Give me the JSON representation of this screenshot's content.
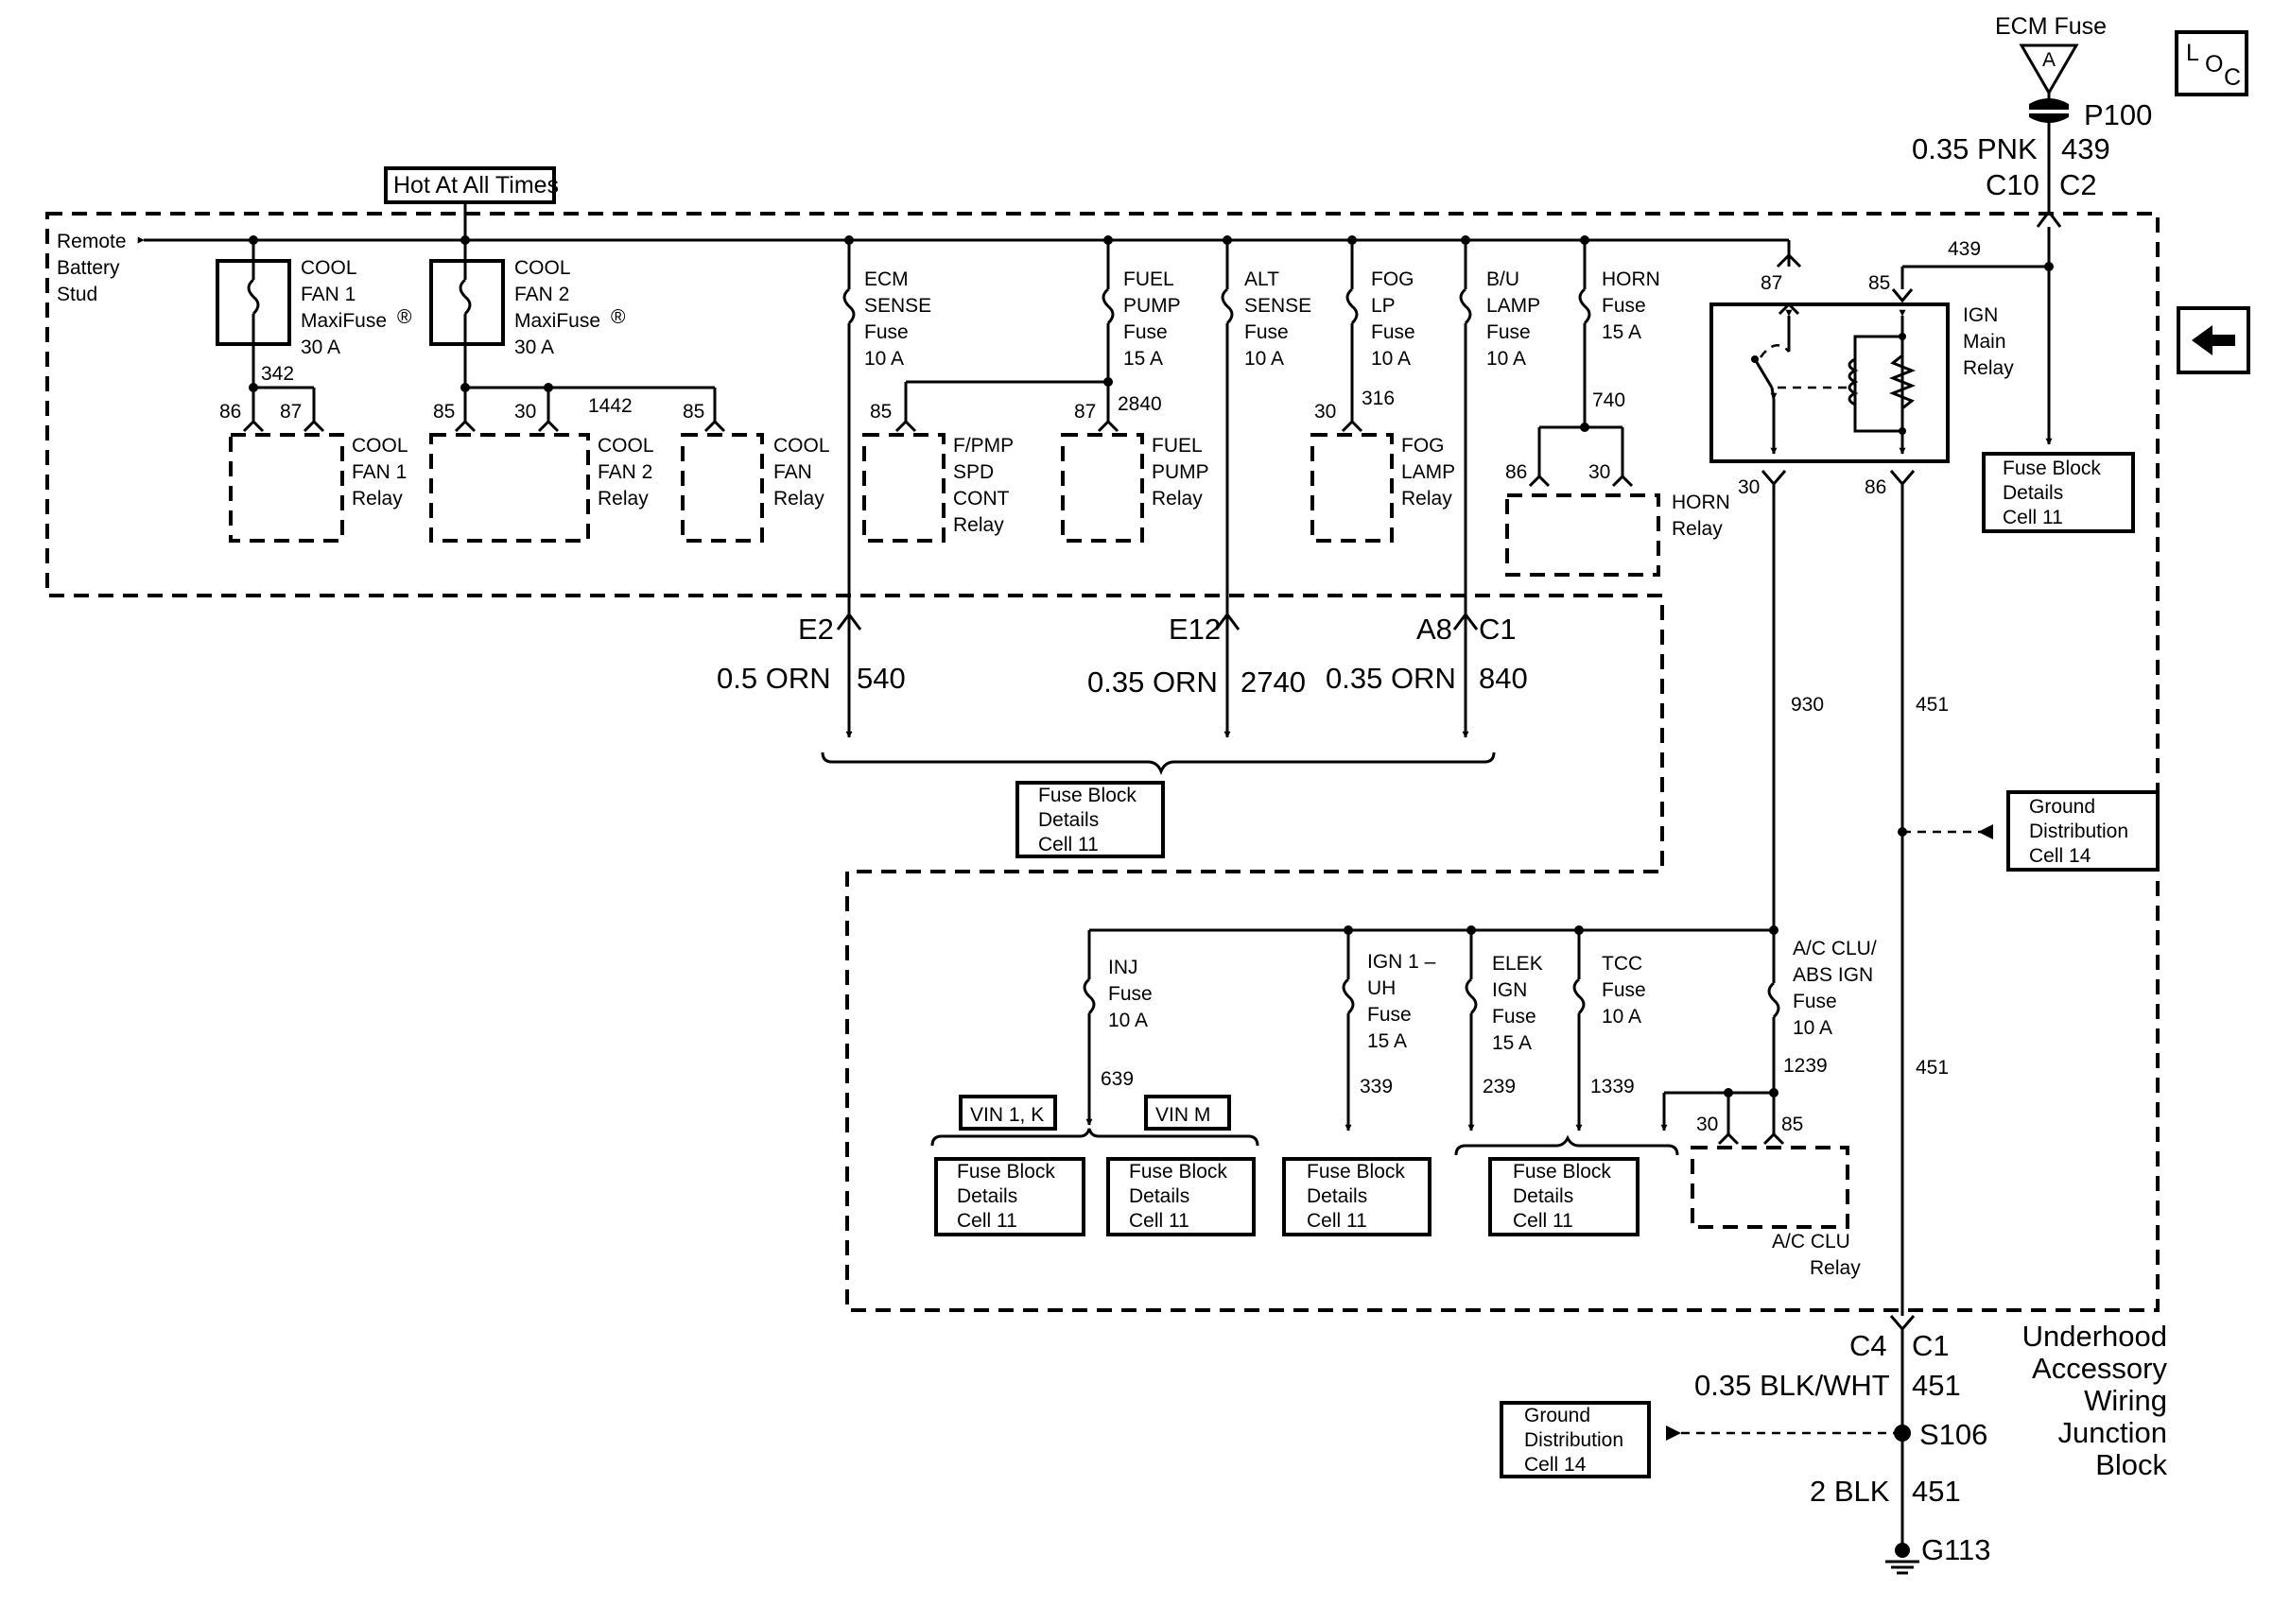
{
  "ecm_fuse": {
    "label": "ECM Fuse",
    "letter": "A",
    "connector": "P100",
    "wire": "0.35 PNK",
    "circuit": "439",
    "conn_left": "C10",
    "conn_right": "C2"
  },
  "loc_icon": "loc-symbol-icon",
  "hot_at_all_times": "Hot At All Times",
  "remote_battery_stud": [
    "Remote",
    "Battery",
    "Stud"
  ],
  "cool_fan1_maxifuse": {
    "lines": [
      "COOL",
      "FAN 1",
      "MaxiFuse",
      "30 A"
    ],
    "circuit": "342",
    "pin_a": "86",
    "pin_b": "87"
  },
  "cool_fan2_maxifuse": {
    "lines": [
      "COOL",
      "FAN 2",
      "MaxiFuse",
      "30 A"
    ],
    "pin_a": "85",
    "pin_b": "30",
    "circuit": "1442",
    "pin_c": "85"
  },
  "registered_mark": "®",
  "cool_fan1_relay": [
    "COOL",
    "FAN 1",
    "Relay"
  ],
  "cool_fan2_relay": [
    "COOL",
    "FAN 2",
    "Relay"
  ],
  "cool_fan_relay": [
    "COOL",
    "FAN",
    "Relay"
  ],
  "ecm_sense_fuse": [
    "ECM",
    "SENSE",
    "Fuse",
    "10 A"
  ],
  "fuel_pump_fuse": {
    "lines": [
      "FUEL",
      "PUMP",
      "Fuse",
      "15 A"
    ],
    "circuit": "2840"
  },
  "alt_sense_fuse": [
    "ALT",
    "SENSE",
    "Fuse",
    "10 A"
  ],
  "fog_lp_fuse": {
    "lines": [
      "FOG",
      "LP",
      "Fuse",
      "10 A"
    ],
    "circuit": "316",
    "pin": "30"
  },
  "bu_lamp_fuse": [
    "B/U",
    "LAMP",
    "Fuse",
    "10 A"
  ],
  "horn_fuse": {
    "lines": [
      "HORN",
      "Fuse",
      "15 A"
    ],
    "circuit": "740",
    "pin_a": "86",
    "pin_b": "30"
  },
  "fpmp_relay": {
    "lines": [
      "F/PMP",
      "SPD",
      "CONT",
      "Relay"
    ],
    "pin": "85"
  },
  "fuel_pump_relay": {
    "lines": [
      "FUEL",
      "PUMP",
      "Relay"
    ],
    "pin": "87"
  },
  "fog_lamp_relay": [
    "FOG",
    "LAMP",
    "Relay"
  ],
  "horn_relay": [
    "HORN",
    "Relay"
  ],
  "ign_main_relay": {
    "lines": [
      "IGN",
      "Main",
      "Relay"
    ],
    "pin87": "87",
    "pin85": "85",
    "pin30": "30",
    "pin86": "86",
    "circuit_top": "439"
  },
  "fuse_block_details": [
    "Fuse Block",
    "Details",
    "Cell 11"
  ],
  "ground_distribution": [
    "Ground",
    "Distribution",
    "Cell 14"
  ],
  "e2": {
    "conn": "E2",
    "wire": "0.5 ORN",
    "circuit": "540"
  },
  "e12": {
    "conn": "E12",
    "wire": "0.35 ORN",
    "circuit": "2740"
  },
  "a8": {
    "conn": "A8",
    "conn2": "C1",
    "wire": "0.35 ORN",
    "circuit": "840"
  },
  "circuit_930": "930",
  "circuit_451": "451",
  "inj_fuse": {
    "lines": [
      "INJ",
      "Fuse",
      "10 A"
    ],
    "circuit": "639"
  },
  "vin_1k": "VIN 1, K",
  "vin_m": "VIN M",
  "ign1_uh_fuse": {
    "lines": [
      "IGN 1 –",
      "UH",
      "Fuse",
      "15 A"
    ],
    "circuit": "339"
  },
  "elek_ign_fuse": {
    "lines": [
      "ELEK",
      "IGN",
      "Fuse",
      "15 A"
    ],
    "circuit": "239"
  },
  "tcc_fuse": {
    "lines": [
      "TCC",
      "Fuse",
      "10 A"
    ],
    "circuit": "1339"
  },
  "ac_clu_fuse": {
    "lines": [
      "A/C CLU/",
      "ABS IGN",
      "Fuse",
      "10 A"
    ],
    "circuit": "1239"
  },
  "ac_clu_relay": {
    "lines": [
      "A/C CLU",
      "Relay"
    ],
    "pin_a": "30",
    "pin_b": "85"
  },
  "c4": "C4",
  "c1": "C1",
  "ground_wire1": "0.35 BLK/WHT",
  "ground_wire2": "2 BLK",
  "splice": "S106",
  "ground": "G113",
  "junction_block": [
    "Underhood",
    "Accessory",
    "Wiring",
    "Junction",
    "Block"
  ]
}
